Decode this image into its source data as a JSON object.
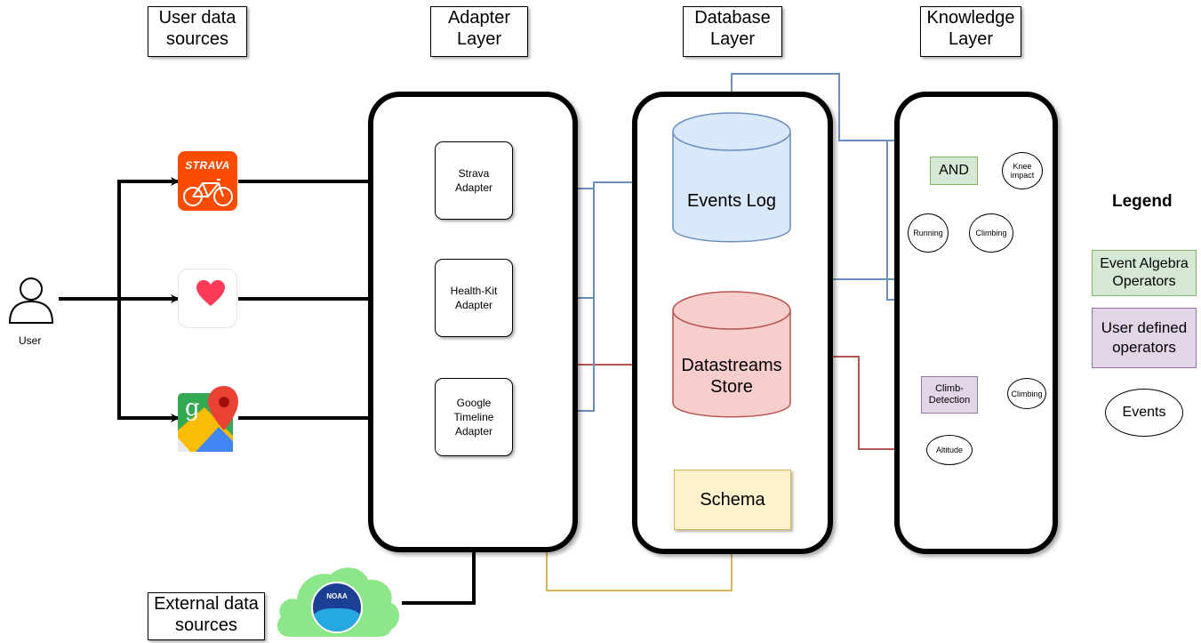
{
  "headers": {
    "user_sources": "User data\nsources",
    "adapter_layer": "Adapter\nLayer",
    "database_layer": "Database\nLayer",
    "knowledge_layer": "Knowledge\nLayer",
    "external_sources": "External data\nsources"
  },
  "user_label": "User",
  "adapters": {
    "strava": "Strava\nAdapter",
    "healthkit": "Health-Kit\nAdapter",
    "google": "Google\nTimeline\nAdapter"
  },
  "database": {
    "events_log": "Events Log",
    "datastreams": "Datastreams\nStore",
    "schema": "Schema"
  },
  "knowledge": {
    "and": "AND",
    "knee_impact": "Knee\nimpact",
    "running": "Running",
    "climbing_top": "Climbing",
    "climb_detection": "Climb-\nDetection",
    "climbing_bottom": "Climbing",
    "altitude": "Altitude"
  },
  "legend": {
    "title": "Legend",
    "event_algebra": "Event Algebra\nOperators",
    "user_defined": "User defined\noperators",
    "events": "Events"
  },
  "icons": {
    "strava_text": "STRAVA",
    "noaa_text": "NOAA",
    "maps_letter": "g"
  },
  "colors": {
    "blue": "#6c8ebf",
    "red": "#b85450",
    "yellow": "#d6b656",
    "events_log_fill": "#dae8fc",
    "datastreams_fill": "#f8cecc",
    "strava": "#fc4c02",
    "noaa_cloud": "#8ee68a"
  }
}
